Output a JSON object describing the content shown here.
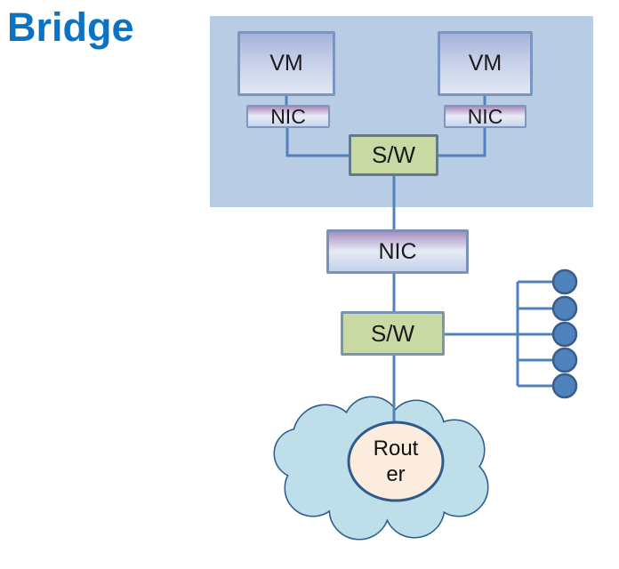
{
  "title": "Bridge",
  "diagram": {
    "host": {
      "vm1": {
        "label": "VM"
      },
      "vm2": {
        "label": "VM"
      },
      "nic1": {
        "label": "NIC"
      },
      "nic2": {
        "label": "NIC"
      },
      "switch": {
        "label": "S/W"
      }
    },
    "physical": {
      "nic": {
        "label": "NIC"
      },
      "switch": {
        "label": "S/W"
      },
      "endpoint_count": 5
    },
    "cloud": {
      "router_label_line1": "Rout",
      "router_label_line2": "er"
    }
  },
  "colors": {
    "title_text": "#0a73c4",
    "host_background": "#b8cce4",
    "connector_line": "#4f81bd",
    "vm_gradient_top": "#a4b3d9",
    "vm_gradient_bottom": "#e1e7f4",
    "nic_gradient_top": "#a88fc0",
    "nic_gradient_bottom": "#c3d2eb",
    "switch_fill": "#c9d9a3",
    "endpoint_fill": "#4f81bd",
    "endpoint_border": "#385d8a",
    "cloud_fill": "#bedfe9",
    "cloud_border": "#2e5b8a",
    "router_fill": "#fcecdd"
  }
}
